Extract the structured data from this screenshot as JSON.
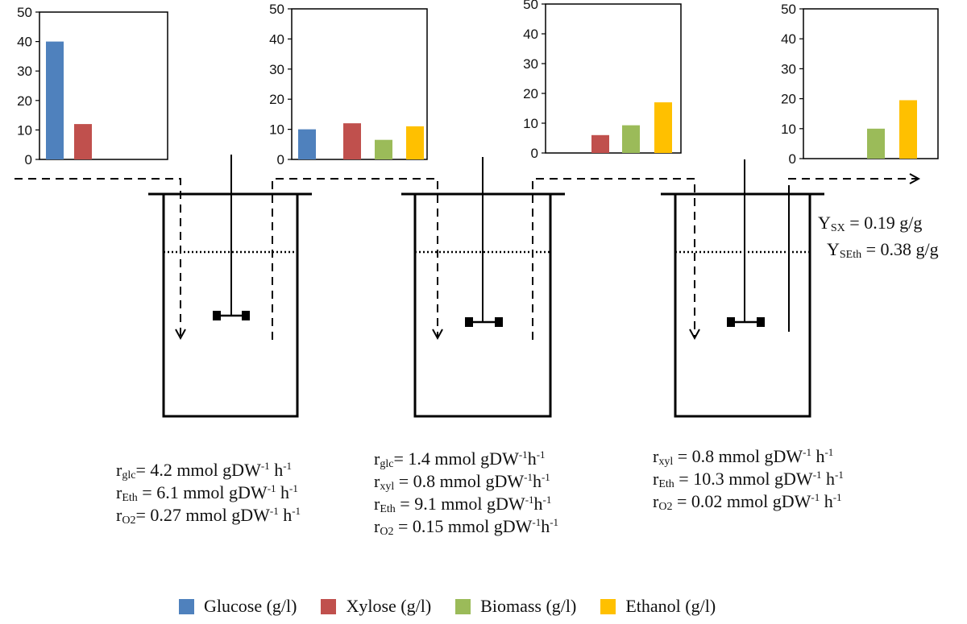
{
  "chart_data": [
    {
      "type": "bar",
      "categories": [
        "Glucose (g/l)",
        "Xylose (g/l)"
      ],
      "values": [
        40,
        12
      ],
      "ylim": [
        0,
        50
      ],
      "yticks": [
        "0",
        "10",
        "20",
        "30",
        "40",
        "50"
      ]
    },
    {
      "type": "bar",
      "categories": [
        "Glucose (g/l)",
        "Xylose (g/l)",
        "Biomass (g/l)",
        "Ethanol (g/l)"
      ],
      "values": [
        10,
        12,
        6.5,
        11
      ],
      "ylim": [
        0,
        50
      ],
      "yticks": [
        "0",
        "10",
        "20",
        "30",
        "40",
        "50"
      ]
    },
    {
      "type": "bar",
      "categories": [
        "Xylose (g/l)",
        "Biomass (g/l)",
        "Ethanol (g/l)"
      ],
      "values": [
        6,
        9.3,
        17
      ],
      "ylim": [
        0,
        50
      ],
      "yticks": [
        "0",
        "10",
        "20",
        "30",
        "40",
        "50"
      ]
    },
    {
      "type": "bar",
      "categories": [
        "Biomass (g/l)",
        "Ethanol (g/l)"
      ],
      "values": [
        10,
        19.5
      ],
      "ylim": [
        0,
        50
      ],
      "yticks": [
        "0",
        "10",
        "20",
        "30",
        "40",
        "50"
      ]
    }
  ],
  "colors": {
    "Glucose (g/l)": "#4f81bd",
    "Xylose (g/l)": "#c0504d",
    "Biomass (g/l)": "#9bbb59",
    "Ethanol (g/l)": "#ffc000"
  },
  "reactor1": {
    "rglc": {
      "sym": "r",
      "sub": "glc",
      "val": "= 4.2 mmol gDW",
      "sup": "-1",
      "tail": " h",
      "sup2": "-1"
    },
    "reth": {
      "sym": "r",
      "sub": "Eth",
      "val": " = 6.1 mmol gDW",
      "sup": "-1",
      "tail": " h",
      "sup2": "-1"
    },
    "ro2": {
      "sym": "r",
      "sub": "O2",
      "val": "= 0.27 mmol gDW",
      "sup": "-1",
      "tail": " h",
      "sup2": "-1"
    }
  },
  "reactor2": {
    "rglc": {
      "sym": "r",
      "sub": "glc",
      "val": "= 1.4 mmol gDW",
      "sup": "-1",
      "tail": "h",
      "sup2": "-1"
    },
    "rxyl": {
      "sym": "r",
      "sub": "xyl",
      "val": " = 0.8 mmol gDW",
      "sup": "-1",
      "tail": "h",
      "sup2": "-1"
    },
    "reth": {
      "sym": "r",
      "sub": "Eth",
      "val": " = 9.1 mmol gDW",
      "sup": "-1",
      "tail": "h",
      "sup2": "-1"
    },
    "ro2": {
      "sym": "r",
      "sub": "O2",
      "val": " = 0.15 mmol gDW",
      "sup": "-1",
      "tail": "h",
      "sup2": "-1"
    }
  },
  "reactor3": {
    "rxyl": {
      "sym": "r",
      "sub": "xyl",
      "val": " = 0.8 mmol gDW",
      "sup": "-1",
      "tail": " h",
      "sup2": "-1"
    },
    "reth": {
      "sym": "r",
      "sub": "Eth",
      "val": " = 10.3 mmol gDW",
      "sup": "-1",
      "tail": " h",
      "sup2": "-1"
    },
    "ro2": {
      "sym": "r",
      "sub": "O2",
      "val": " = 0.02 mmol gDW",
      "sup": "-1",
      "tail": " h",
      "sup2": "-1"
    }
  },
  "yields": {
    "ysx": {
      "sym": "Y",
      "sub": "SX",
      "val": " = 0.19 g/g"
    },
    "yseth": {
      "sym": "Y",
      "sub": "SEth",
      "val": " = 0.38 g/g"
    }
  },
  "legend": [
    {
      "label": "Glucose (g/l)",
      "color": "#4f81bd"
    },
    {
      "label": "Xylose (g/l)",
      "color": "#c0504d"
    },
    {
      "label": "Biomass (g/l)",
      "color": "#9bbb59"
    },
    {
      "label": "Ethanol (g/l)",
      "color": "#ffc000"
    }
  ]
}
